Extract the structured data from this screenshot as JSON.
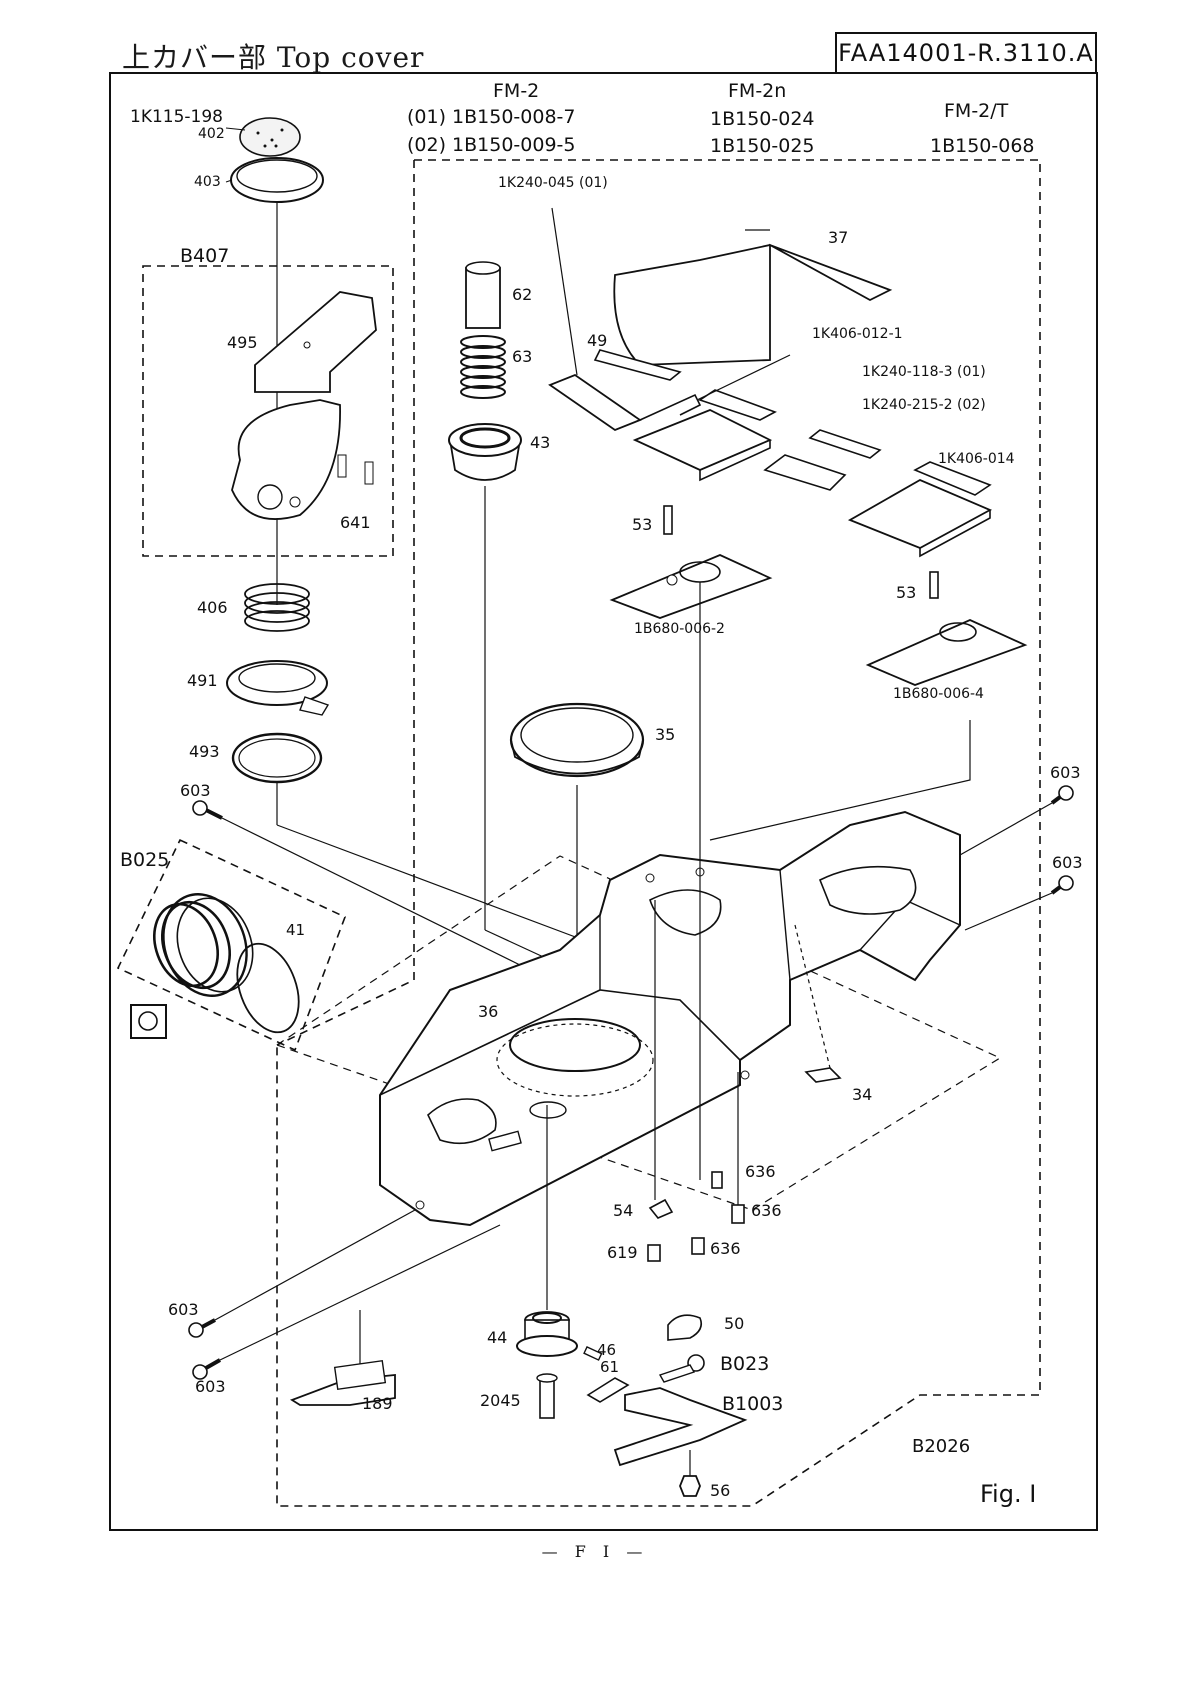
{
  "header": {
    "title": "上カバー部 Top cover",
    "doc_id": "FAA14001-R.3110.A"
  },
  "variants": {
    "fm2": {
      "name": "FM-2",
      "line1": "(01)  1B150-008-7",
      "line2": "(02)  1B150-009-5"
    },
    "fm2n": {
      "name": "FM-2n",
      "line1": "1B150-024",
      "line2": "1B150-025"
    },
    "fm2t": {
      "name": "FM-2/T",
      "line1": "1B150-068"
    }
  },
  "labels": {
    "p1k115": "1K115-198",
    "p402": "402",
    "p403": "403",
    "b407": "B407",
    "p495": "495",
    "p641": "641",
    "p406": "406",
    "p491": "491",
    "p493": "493",
    "p603a": "603",
    "b025": "B025",
    "p41": "41",
    "p62": "62",
    "p63": "63",
    "p43": "43",
    "p1k240_045": "1K240-045 (01)",
    "p49": "49",
    "p37": "37",
    "p1k406_012": "1K406-012-1",
    "p1k240_118": "1K240-118-3 (01)",
    "p1k240_215": "1K240-215-2 (02)",
    "p1k406_014": "1K406-014",
    "p53a": "53",
    "p1b680_2": "1B680-006-2",
    "p53b": "53",
    "p1b680_4": "1B680-006-4",
    "p35": "35",
    "p603b": "603",
    "p603c": "603",
    "p36": "36",
    "p34": "34",
    "p636a": "636",
    "p636b": "636",
    "p636c": "636",
    "p54": "54",
    "p619": "619",
    "p603d": "603",
    "p603e": "603",
    "p189": "189",
    "p44": "44",
    "p46": "46",
    "p61": "61",
    "p2045": "2045",
    "p50": "50",
    "b023": "B023",
    "b1003": "B1003",
    "b2026": "B2026",
    "p56": "56",
    "fig": "Fig.  I"
  },
  "footer": {
    "page": "— F I —"
  }
}
